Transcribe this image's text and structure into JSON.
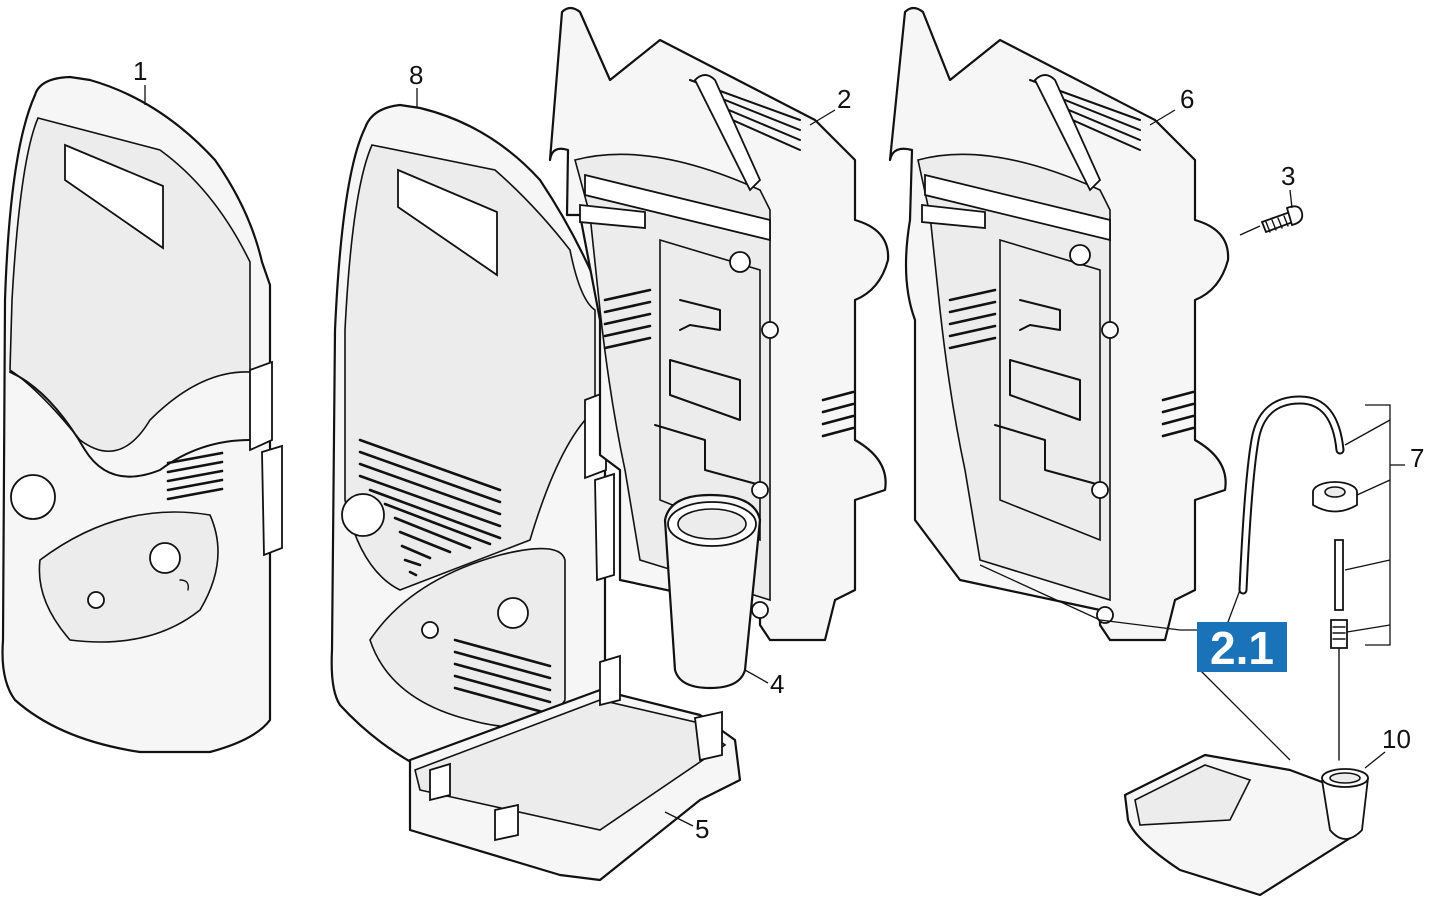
{
  "callouts": {
    "part_1": "1",
    "part_2": "2",
    "part_3": "3",
    "part_4": "4",
    "part_5": "5",
    "part_6": "6",
    "part_7": "7",
    "part_8": "8",
    "part_10": "10"
  },
  "badge": {
    "label": "2.1",
    "color": "#1a73b8"
  }
}
